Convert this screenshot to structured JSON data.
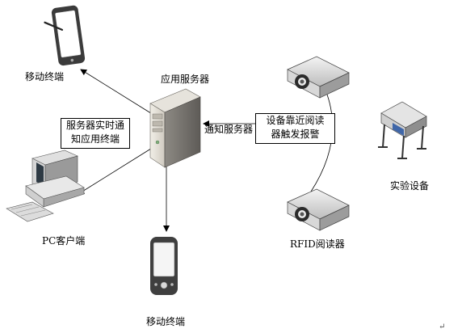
{
  "nodes": {
    "mobile_top": "移动终端",
    "app_server": "应用服务器",
    "notify_server": "通知服务器",
    "pc_client": "PC客户端",
    "mobile_bottom": "移动终端",
    "rfid_reader": "RFID阅读器",
    "lab_equipment": "实验设备"
  },
  "notes": {
    "server_push_line1": "服务器实时通",
    "server_push_line2": "知应用终端",
    "reader_alarm_line1": "设备靠近阅读",
    "reader_alarm_line2": "器触发报警"
  },
  "corner_mark": "↵",
  "icons": [
    "tablet-icon",
    "server-tower-icon",
    "desktop-pc-icon",
    "pda-icon",
    "projector-reader-icon",
    "plotter-printer-icon"
  ]
}
